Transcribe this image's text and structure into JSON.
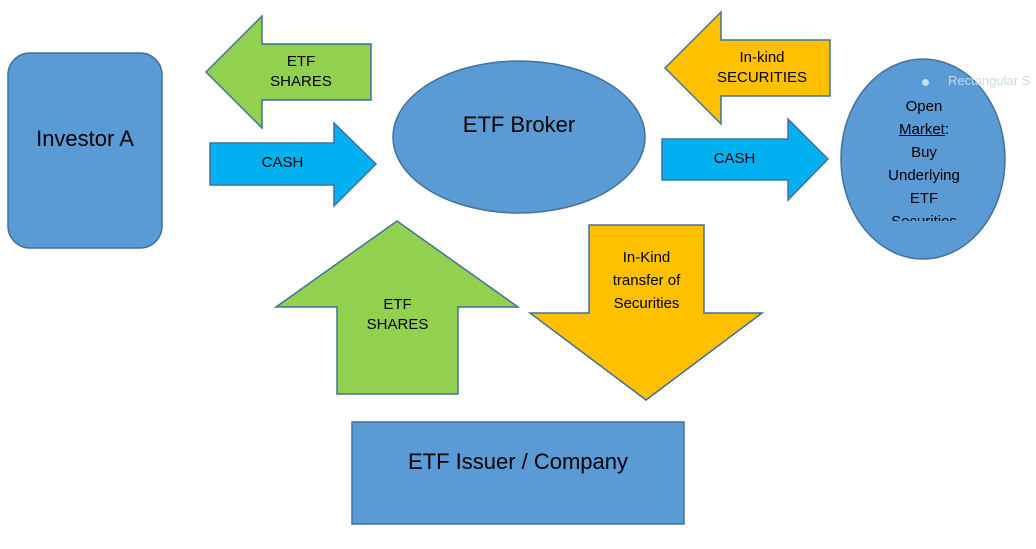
{
  "colors": {
    "node_fill": "#5b9bd5",
    "node_stroke": "#41719c",
    "green_arrow": "#92d050",
    "blue_arrow": "#00b0f0",
    "yellow_arrow": "#ffc000"
  },
  "nodes": {
    "investor": "Investor A",
    "broker": "ETF Broker",
    "issuer": "ETF Issuer / Company",
    "open_market": {
      "line1": "Open",
      "market_word": "Market",
      "colon": ":",
      "line3": "Buy",
      "line4": "Underlying",
      "line5": "ETF",
      "line6": "Securities"
    }
  },
  "arrows": {
    "etf_shares_to_investor": {
      "line1": "ETF",
      "line2": "SHARES"
    },
    "cash_to_broker": "CASH",
    "inkind_securities_to_broker": {
      "line1": "In-kind",
      "line2": "SECURITIES"
    },
    "cash_to_market": "CASH",
    "etf_shares_up": {
      "line1": "ETF",
      "line2": "SHARES"
    },
    "inkind_transfer_down": {
      "line1": "In-Kind",
      "line2": "transfer of",
      "line3": "Securities"
    }
  },
  "ghost_tooltip": "Rectangular S"
}
